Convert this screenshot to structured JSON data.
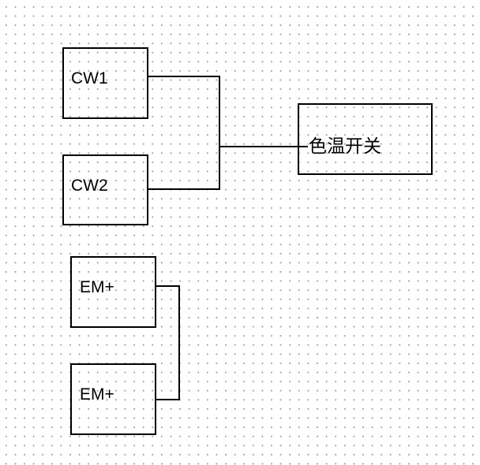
{
  "diagram": {
    "nodes": [
      {
        "id": "cw1",
        "label": "CW1"
      },
      {
        "id": "cw2",
        "label": "CW2"
      },
      {
        "id": "switch",
        "label": "色温开关"
      },
      {
        "id": "em1",
        "label": "EM+"
      },
      {
        "id": "em2",
        "label": "EM+"
      }
    ],
    "connections": [
      {
        "from": "cw1",
        "to": "switch"
      },
      {
        "from": "cw2",
        "to": "switch"
      },
      {
        "from": "em1",
        "to": "em2"
      }
    ],
    "line_color": "#000000",
    "grid": true
  }
}
